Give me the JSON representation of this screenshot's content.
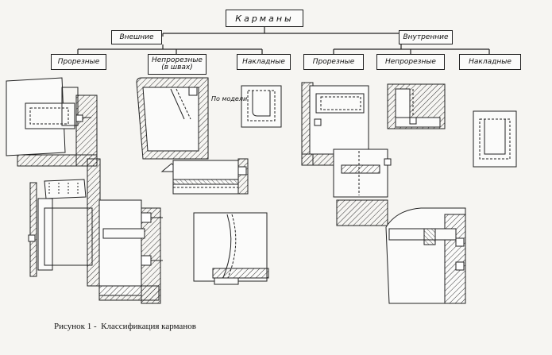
{
  "diagram": {
    "root": "Карманы",
    "groups": [
      {
        "label": "Внешние",
        "children": [
          "Прорезные",
          "Непрорезные (в швах)",
          "Накладные"
        ]
      },
      {
        "label": "Внутренние",
        "children": [
          "Прорезные",
          "Непрорезные",
          "Накладные"
        ]
      }
    ],
    "note": "По модели",
    "caption": "Рисунок 1 -  Классификация карманов"
  }
}
